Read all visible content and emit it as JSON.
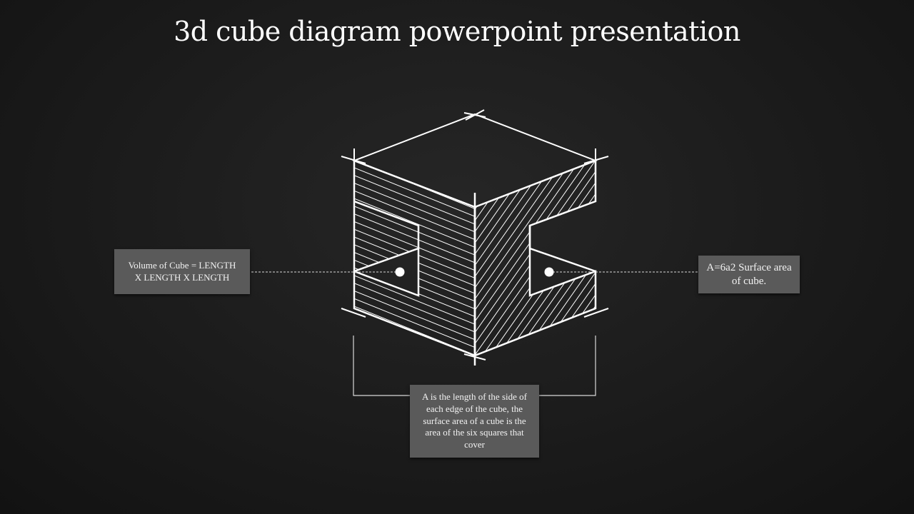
{
  "slide": {
    "title": "3d cube diagram powerpoint presentation"
  },
  "callouts": {
    "left": "Volume of Cube = LENGTH  X LENGTH  X LENGTH",
    "right": "A=6a2 Surface area of cube.",
    "bottom": "A is the length of the side of each edge of the cube, the surface area of a cube is the area of the six squares that cover"
  },
  "colors": {
    "background": "#1b1b1b",
    "line": "#ffffff",
    "callout_fill": "#5a5a5a"
  }
}
